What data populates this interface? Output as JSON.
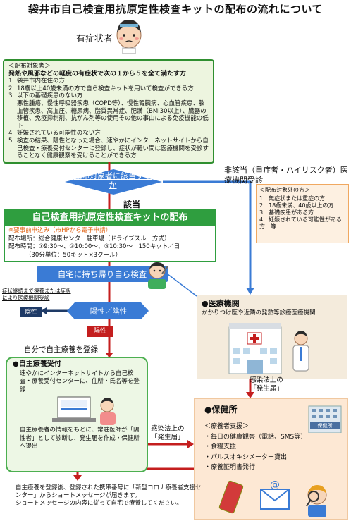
{
  "title": "袋井市自己検査用抗原定性検査キットの配布の流れについて",
  "patient": {
    "label": "有症状者"
  },
  "eligibility": {
    "header": "＜配布対象者＞",
    "condition": "発熱や風邪などの軽度の有症状で次の１から５を全て満たす方",
    "items": [
      {
        "num": "1",
        "text": "袋井市内在住の方"
      },
      {
        "num": "2",
        "text": "18歳以上40歳未満の方で自ら検査キットを用いて検査ができる方"
      },
      {
        "num": "3",
        "text": "以下の基礎疾患のない方"
      }
    ],
    "diseases": "悪性腫瘍、慢性呼吸器疾患（COPD等）、慢性腎臓病、心血管疾患、脳血管疾患、高血圧、糖尿病、脂質異常症、肥満（BMI30以上）、臓器の移植、免疫抑制剤、抗がん剤等の使用その他の事由による免疫機能の低下",
    "items2": [
      {
        "num": "4",
        "text": "妊娠されている可能性のない方"
      },
      {
        "num": "5",
        "text": "検査の結果、陽性となった場合、速やかにインターネットサイトから自己検査・療養受付センターに登録し、症状が軽い間は医療機関を受診することなく健康観察を受けることができる方"
      }
    ]
  },
  "decision": {
    "text": "配布対象者に該当するか",
    "yes": "該当",
    "no": "非該当（重症者・ハイリスク者）医療機関受診"
  },
  "non_eligible": {
    "header": "＜配布対象外の方＞",
    "items": [
      {
        "num": "1",
        "text": "無症状または重症の方"
      },
      {
        "num": "2",
        "text": "18歳未満、40歳以上の方"
      },
      {
        "num": "3",
        "text": "基礎疾患がある方"
      },
      {
        "num": "4",
        "text": "妊娠されている可能性がある方　等"
      }
    ]
  },
  "distribution": {
    "title": "自己検査用抗原定性検査キットの配布",
    "required": "※要事前申込み（市HPから電子申請）",
    "place": "配布場所：総合健康センター駐車場（ドライブスルー方式）",
    "time": "配布時間：①9:30～、②10:00～、③10:30～　150キット／日",
    "time_sub": "（30分単位：50キット×3クール）"
  },
  "self_test": "自宅に持ち帰り自ら検査",
  "result": {
    "text": "陽性／陰性",
    "negative": "陰性",
    "positive": "陽性",
    "negative_note": "症状継続まで療養または症状により医療機関受診"
  },
  "self_register": "自分で自主療養を登録",
  "self_care": {
    "title": "●自主療養受付",
    "text1": "速やかにインターネットサイトから自己検査・療養受付センターに、住所・氏名等を登録",
    "text2": "自主療養者の情報をもとに、常駐医師が「陽性者」として診断し、発生届を作成・保健所へ提出"
  },
  "hospital": {
    "title": "●医療機関",
    "subtitle": "かかりつけ医や近隣の発熱等診療医療機関"
  },
  "law_notice": "感染法上の「発生届」",
  "law_left": "感染法上の「発生届」",
  "hokenjo": {
    "title": "●保健所",
    "support_header": "＜療養者支援＞",
    "items": [
      "・毎日の健康観察（電話、SMS等）",
      "・食糧支援",
      "・パルスオキシメーター貸出",
      "・療養証明書発行"
    ],
    "building_sign": "保健所"
  },
  "bottom_note": {
    "line1": "自主療養を登録後、登録された携帯番号に「新型コロナ療養者支援センター」からショートメッセージが届きます。",
    "line2": "ショートメッセージの内容に従って自宅で療養してください。"
  },
  "colors": {
    "green": "#2f8f2f",
    "blue": "#3a7bd5",
    "red": "#c41e1e",
    "navy": "#1e3a66",
    "orange": "#f0a860"
  }
}
